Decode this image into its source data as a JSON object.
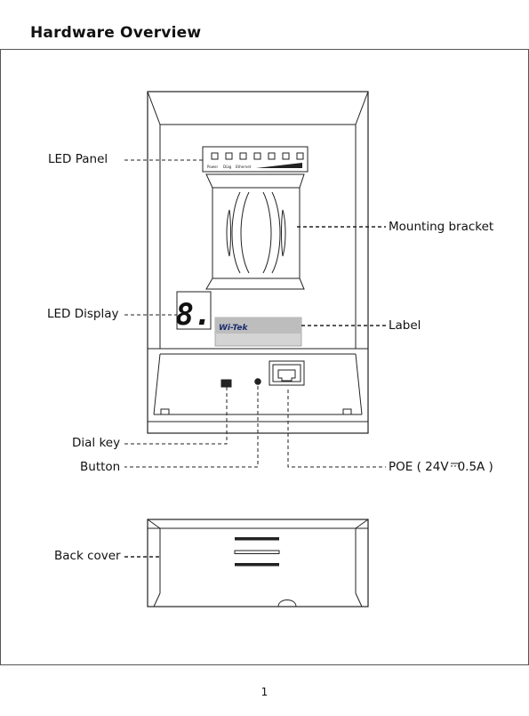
{
  "header": {
    "title": "Hardware Overview"
  },
  "callouts": {
    "led_panel": "LED Panel",
    "mounting_bracket": "Mounting bracket",
    "led_display": "LED Display",
    "label": "Label",
    "dial_key": "Dial key",
    "button": "Button",
    "poe": "POE ( 24V",
    "poe_tail": "0.5A )",
    "back_cover": "Back cover"
  },
  "device": {
    "led_labels": [
      "Power",
      "Diag",
      "Ethernet"
    ],
    "display_digit": "8.",
    "brand": "Wi-Tek"
  },
  "footer": {
    "page_number": "1"
  }
}
